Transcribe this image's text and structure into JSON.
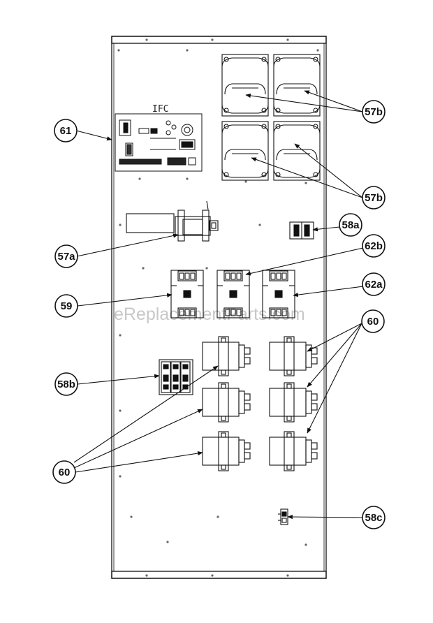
{
  "board_label": "IFC",
  "watermark": "eReplacementParts.com",
  "callouts": {
    "c61": "61",
    "c57b_top": "57b",
    "c57b_bottom": "57b",
    "c58a": "58a",
    "c57a": "57a",
    "c62b": "62b",
    "c62a": "62a",
    "c59": "59",
    "c60_right": "60",
    "c58b": "58b",
    "c60_left": "60",
    "c58c": "58c"
  },
  "colors": {
    "line": "#111111",
    "callout_fill": "#ffffff",
    "panel_fill": "#ffffff",
    "watermark": "#c8c8c8"
  }
}
